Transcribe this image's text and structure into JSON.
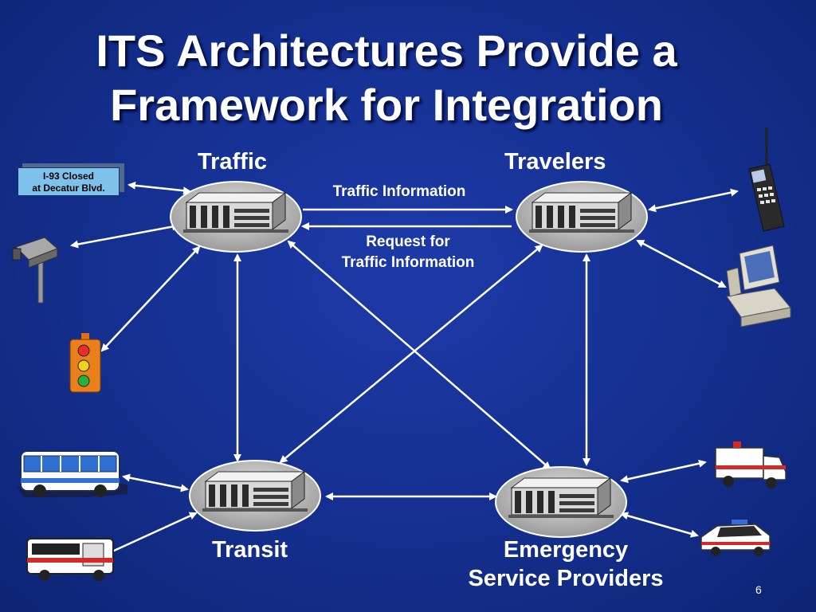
{
  "slide": {
    "title_line1": "ITS Architectures Provide a",
    "title_line2": "Framework for Integration",
    "page_number": "6"
  },
  "nodes": {
    "traffic": "Traffic",
    "travelers": "Travelers",
    "transit": "Transit",
    "emergency_line1": "Emergency",
    "emergency_line2": "Service Providers"
  },
  "flows": {
    "traffic_information": "Traffic Information",
    "request_line1": "Request for",
    "request_line2": "Traffic Information"
  },
  "sign": {
    "line1": "I-93 Closed",
    "line2": "at Decatur Blvd."
  },
  "icons": [
    "message-sign-icon",
    "traffic-camera-icon",
    "traffic-signal-icon",
    "transit-bus-icon",
    "shuttle-van-icon",
    "cell-phone-icon",
    "desktop-computer-icon",
    "ambulance-icon",
    "police-car-icon",
    "building-icon"
  ],
  "colors": {
    "background": "#142f8e",
    "text": "#ffffff",
    "sign_face": "#7ec2ec",
    "node_fill": "#b8b8b8"
  }
}
